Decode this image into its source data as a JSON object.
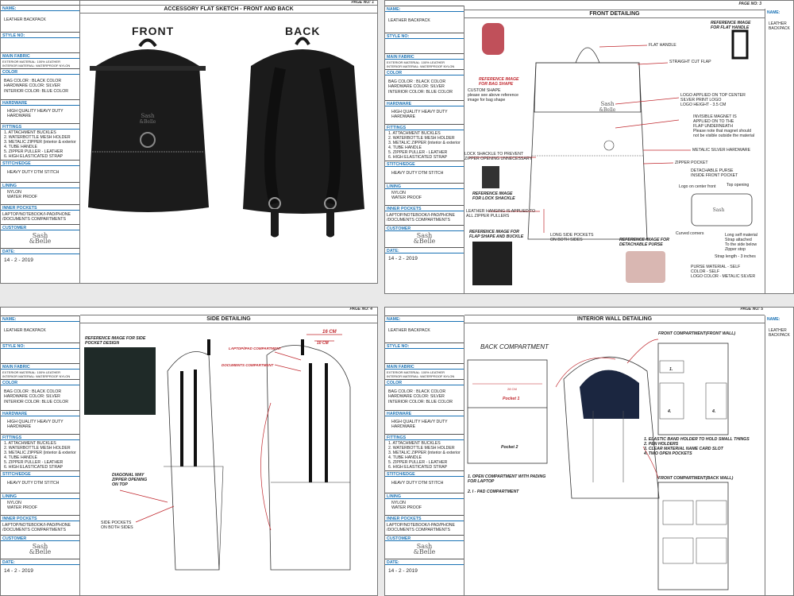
{
  "sidebar": {
    "name_h": "NAME:",
    "name": "LEATHER BACKPACK",
    "style_h": "STYLE NO:",
    "fabric_h": "MAIN FABRIC",
    "fabric1": "EXTERIOR MATERIAL: 100% LEATHER",
    "fabric2": "INTERIOR MATERIAL: WATERPROOF NYLON",
    "color_h": "COLOR",
    "color1": "BAG COLOR : BLACK COLOR",
    "color2": "HARDWARE COLOR: SILVER",
    "color3": "INTERIOR COLOR: BLUE COLOR",
    "hardware_h": "HARDWARE",
    "hardware1": "HIGH QUALITY HEAVY DUTY",
    "hardware2": "HARDWARE",
    "fittings_h": "FITTINGS",
    "fit1": "1. ATTACHMENT BUCKLES",
    "fit2": "2. WATERBOTTLE MESH HOLDER",
    "fit3": "3. METALIC ZIPPER (interior & exterior)",
    "fit4": "4. TUBE HANDLE",
    "fit5": "5. ZIPPER PULLER - LEATHER",
    "fit6": "6. HIGH ELASTICATED STRAP",
    "stitch_h": "STITCH/EDGE",
    "stitch": "HEAVY DUTY DTM STITCH",
    "lining_h": "LINING",
    "lining1": "NYLON",
    "lining2": "WATER PROOF",
    "pockets_h": "INNER POCKETS",
    "pockets1": "LAPTOP/NOTEBOOK/I-PAD/PHONE",
    "pockets2": "/DOCUMENTS COMPARTMENTS",
    "customer_h": "CUSTOMER",
    "logo1": "Sash",
    "logo2": "&Belle",
    "date_h": "DATE:",
    "date": "14 - 2 - 2019"
  },
  "pages": {
    "p1": {
      "no": "PAGE NO: 1",
      "title": "ACCESSORY FLAT SKETCH - FRONT AND BACK",
      "front": "FRONT",
      "back": "BACK"
    },
    "p3": {
      "no": "PAGE NO: 3",
      "title": "FRONT DETAILING",
      "ref_shape": "REFERENCE IMAGE\nFOR BAG SHAPE",
      "custom_shape": "CUSTOM SHAPE\nplease see above reference\nimage for bag shape",
      "ref_handle": "REFERENCE IMAGE\nFOR FLAT HANDLE",
      "flat_handle": "FLAT HANDLE",
      "straight_flap": "STRAIGHT CUT FLAP",
      "logo_note": "LOGO APPLIED ON TOP CENTER\nSILVER PRINT LOGO\nLOGO HEIGHT - 3.5 CM",
      "magnet": "INVISIBLE MAGNET IS\nAPPLIED ON TO THE\nFLAP UNDERNEATH\nPlease note that magnet should\nnot be visible outside the material",
      "hardware": "METALIC SILVER HARDWARE",
      "lock": "LOCK SHACKLE TO PREVENT\nZIPPER OPENING UNNECESSARY",
      "ref_lock": "REFERENCE IMAGE\nFOR LOCK SHACKLE",
      "leather_hanging": "LEATHER HANGING IS APPLIED TO\nALL ZIPPER PULLERS",
      "zipper_pocket": "ZIPPER POCKET",
      "purse": "DETACHABLE PURSE\nINSIDE FRONT POCKET",
      "logo_center": "Logo on center front",
      "top_opening": "Top opening",
      "curved": "Curved corners",
      "long_self": "Long self material\nStrap attached\nTo the side below\nZipper stop",
      "strap_len": "Strap length - 3 inches",
      "ref_flap": "REFERENCE IMAGE FOR\nFLAP SHAPE AND BUCKLE",
      "long_side": "LONG SIDE POCKETS\nON BOTH SIDES",
      "ref_purse": "REFERENCE IMAGE FOR\nDETACHABLE PURSE",
      "purse_mat": "PURSE MATERIAL - SELF\nCOLOR - SELF\nLOGO COLOR - METALIC SILVER"
    },
    "p4": {
      "no": "PAGE NO: 4",
      "title": "SIDE DETAILING",
      "ref_side": "REFERENCE IMAGE FOR SIDE\nPOCKET DESIGN",
      "laptop_comp": "LAPTOP/IPAD COMPARTMENT",
      "docs_comp": "DOCUMENTS COMPARTMENT",
      "dim16": "16 CM",
      "dim10": "10 CM",
      "diagonal": "DIAGONAL WAY\nZIPPER OPENING\nON TOP",
      "side_pockets": "SIDE POCKETS\nON BOTH SIDES"
    },
    "p5": {
      "no": "PAGE NO: 5",
      "title": "INTERIOR WALL DETAILING",
      "back_comp": "BACK COMPARTMENT",
      "pocket1": "Pocket 1",
      "pocket2": "Pocket 2",
      "dim28": "28 CM",
      "front_front": "FRONT COMPARTMENT(FRONT WALL)",
      "items": "1. ELASTIC BAND HOLDER TO HOLD SMALL THINGS\n2. PEN HOLDERS\n3. CLEAR MATERIAL NAME CARD SLOT\n4. TWO OPEN POCKETS",
      "open_comp": "1. OPEN COMPARTMENT WITH PADING\nFOR LAPTOP",
      "pad_comp": "2. I - PAD COMPARTMENT",
      "front_back": "FRONT COMPARTMENT(BACK WALL)",
      "one": "1.",
      "four": "4."
    }
  },
  "colors": {
    "accent": "#1a72b5",
    "annotation": "#c0272d",
    "bag": "#1b1b1b"
  }
}
